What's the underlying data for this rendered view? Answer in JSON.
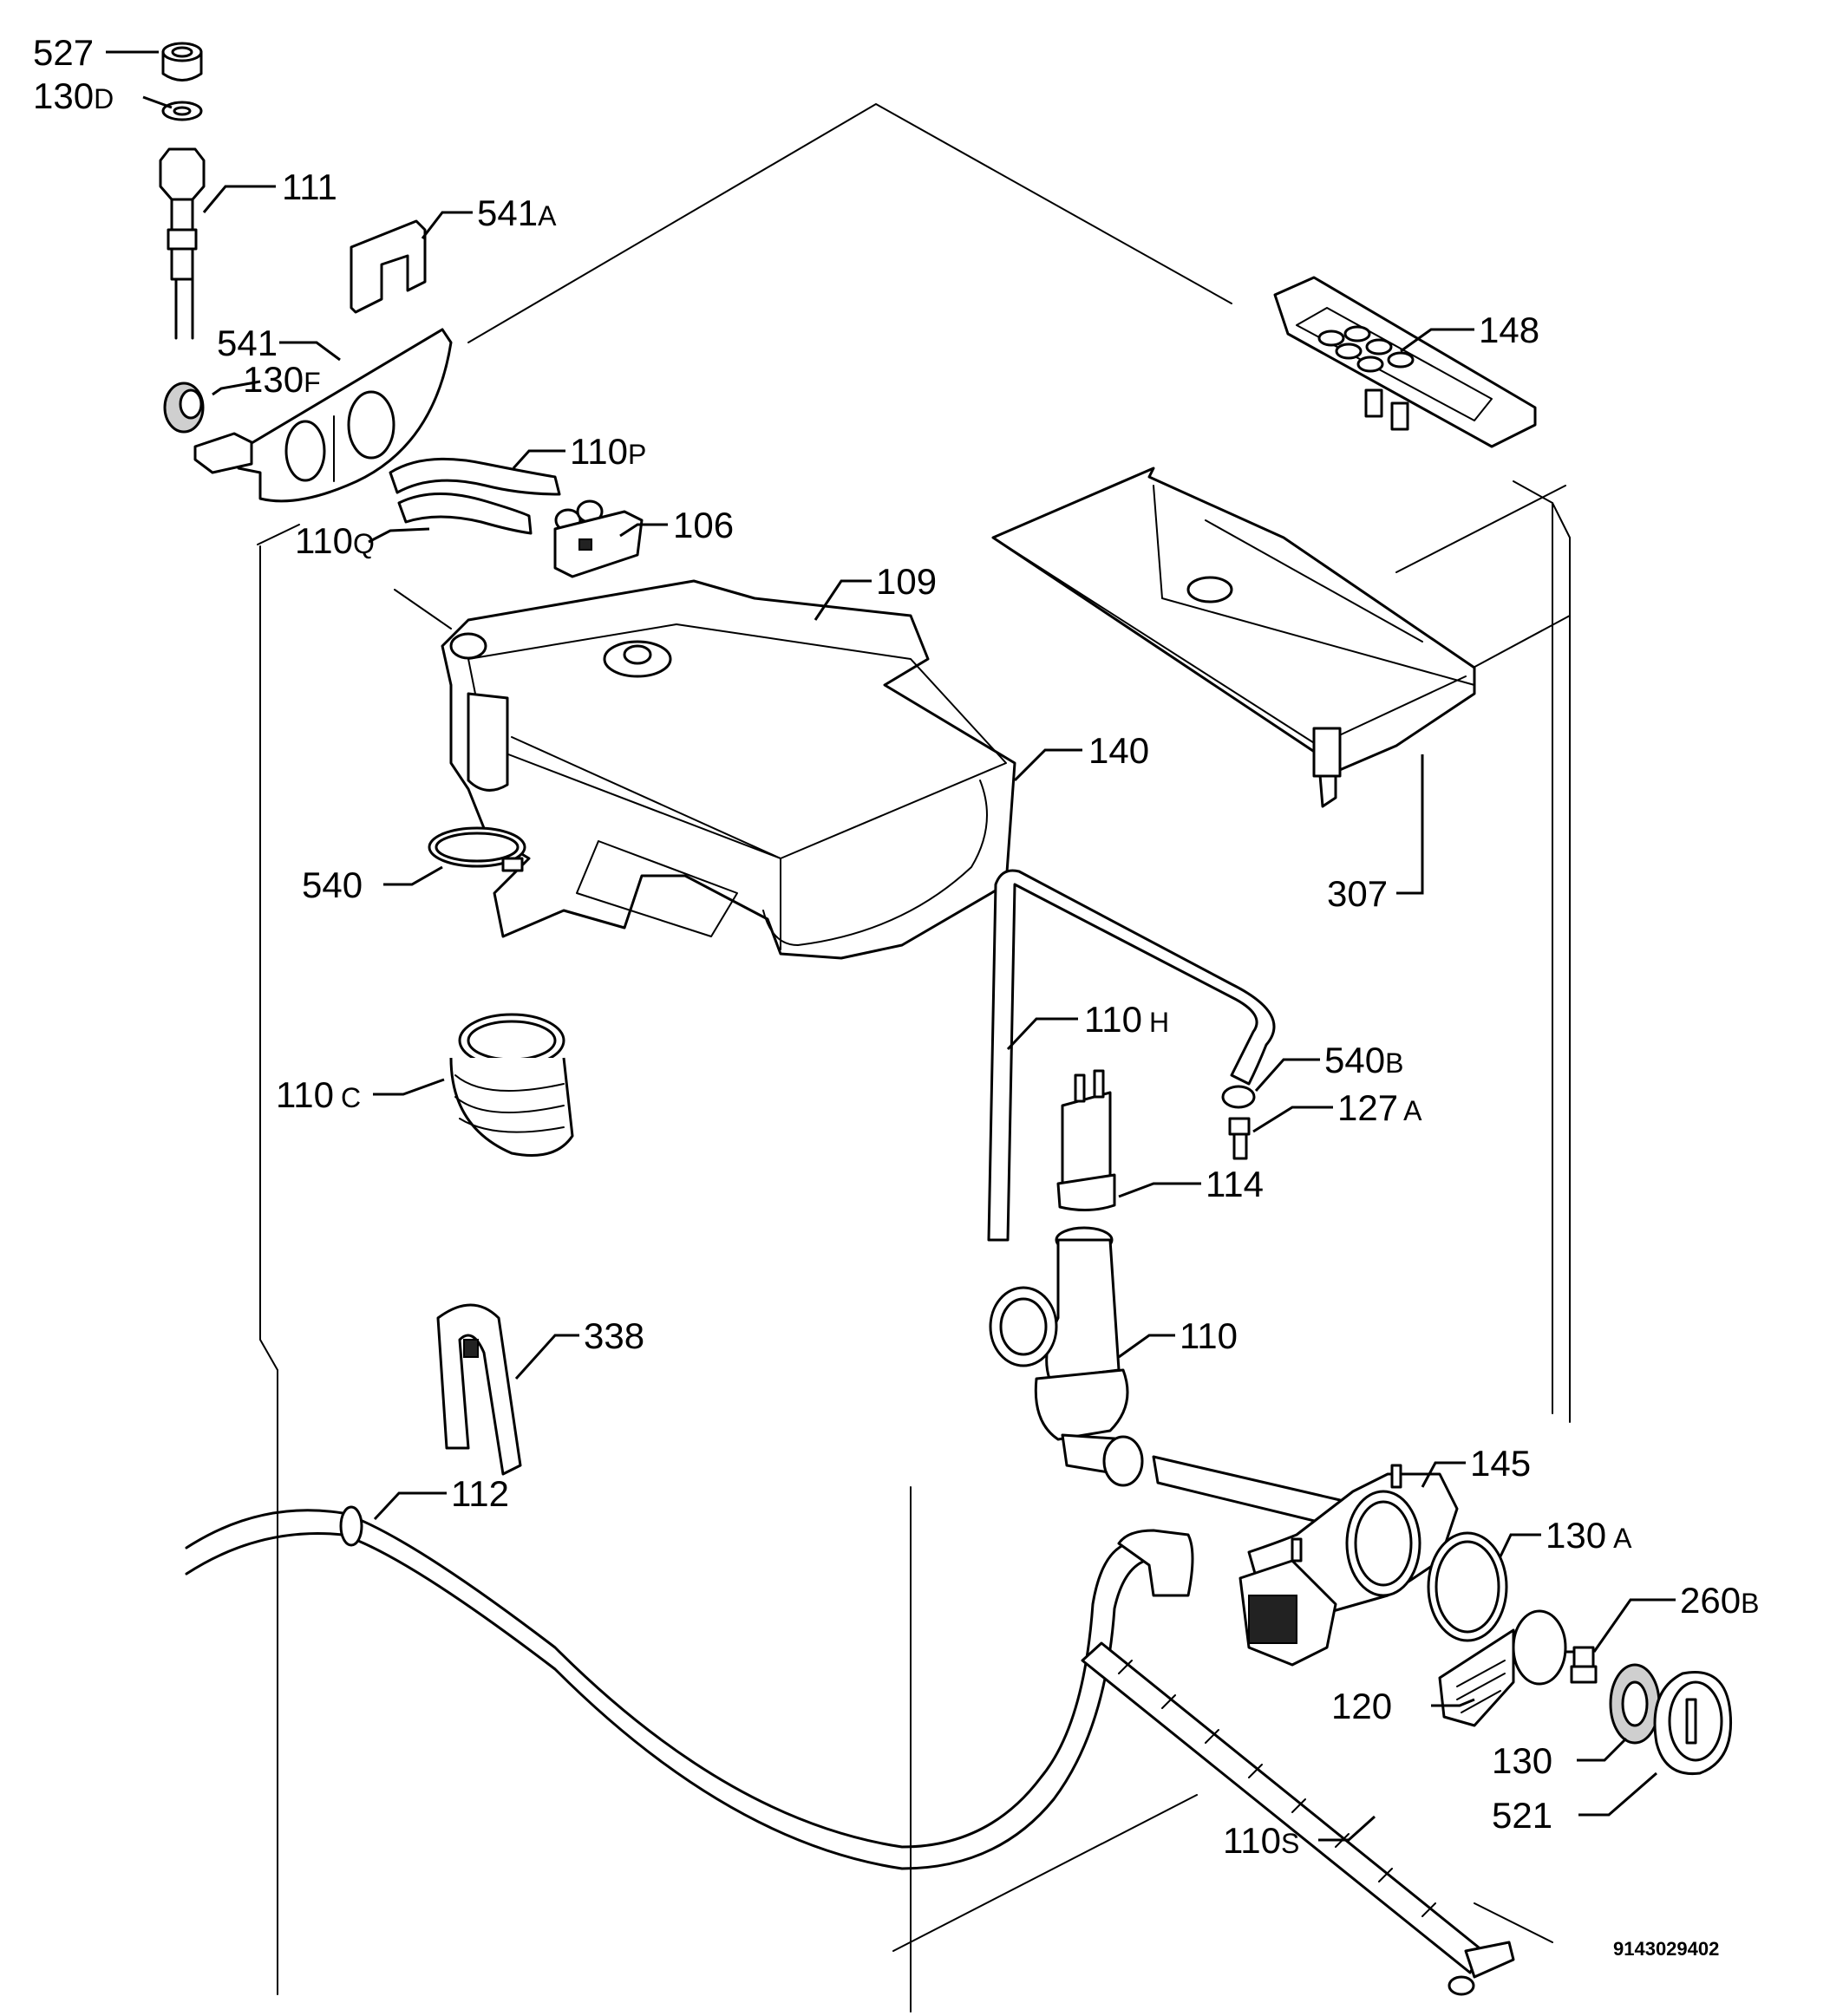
{
  "diagram_code": "9143029402",
  "labels": {
    "l527": {
      "num": "527",
      "sfx": ""
    },
    "l130d": {
      "num": "130",
      "sfx": "D"
    },
    "l111": {
      "num": "111",
      "sfx": ""
    },
    "l541a": {
      "num": "541",
      "sfx": "A"
    },
    "l541": {
      "num": "541",
      "sfx": ""
    },
    "l130f": {
      "num": "130",
      "sfx": "F"
    },
    "l110p": {
      "num": "110",
      "sfx": "P"
    },
    "l110q": {
      "num": "110",
      "sfx": "Q"
    },
    "l106": {
      "num": "106",
      "sfx": ""
    },
    "l109": {
      "num": "109",
      "sfx": ""
    },
    "l148": {
      "num": "148",
      "sfx": ""
    },
    "l140": {
      "num": "140",
      "sfx": ""
    },
    "l540": {
      "num": "540",
      "sfx": ""
    },
    "l307": {
      "num": "307",
      "sfx": ""
    },
    "l110h": {
      "num": "110",
      "sfx": "H"
    },
    "l540b": {
      "num": "540",
      "sfx": "B"
    },
    "l127a": {
      "num": "127",
      "sfx": "A"
    },
    "l110c": {
      "num": "110",
      "sfx": "C"
    },
    "l114": {
      "num": "114",
      "sfx": ""
    },
    "l110": {
      "num": "110",
      "sfx": ""
    },
    "l338": {
      "num": "338",
      "sfx": ""
    },
    "l112": {
      "num": "112",
      "sfx": ""
    },
    "l145": {
      "num": "145",
      "sfx": ""
    },
    "l130a": {
      "num": "130",
      "sfx": "A"
    },
    "l260b": {
      "num": "260",
      "sfx": "B"
    },
    "l120": {
      "num": "120",
      "sfx": ""
    },
    "l130": {
      "num": "130",
      "sfx": ""
    },
    "l521": {
      "num": "521",
      "sfx": ""
    },
    "l110s": {
      "num": "110",
      "sfx": "S"
    }
  }
}
